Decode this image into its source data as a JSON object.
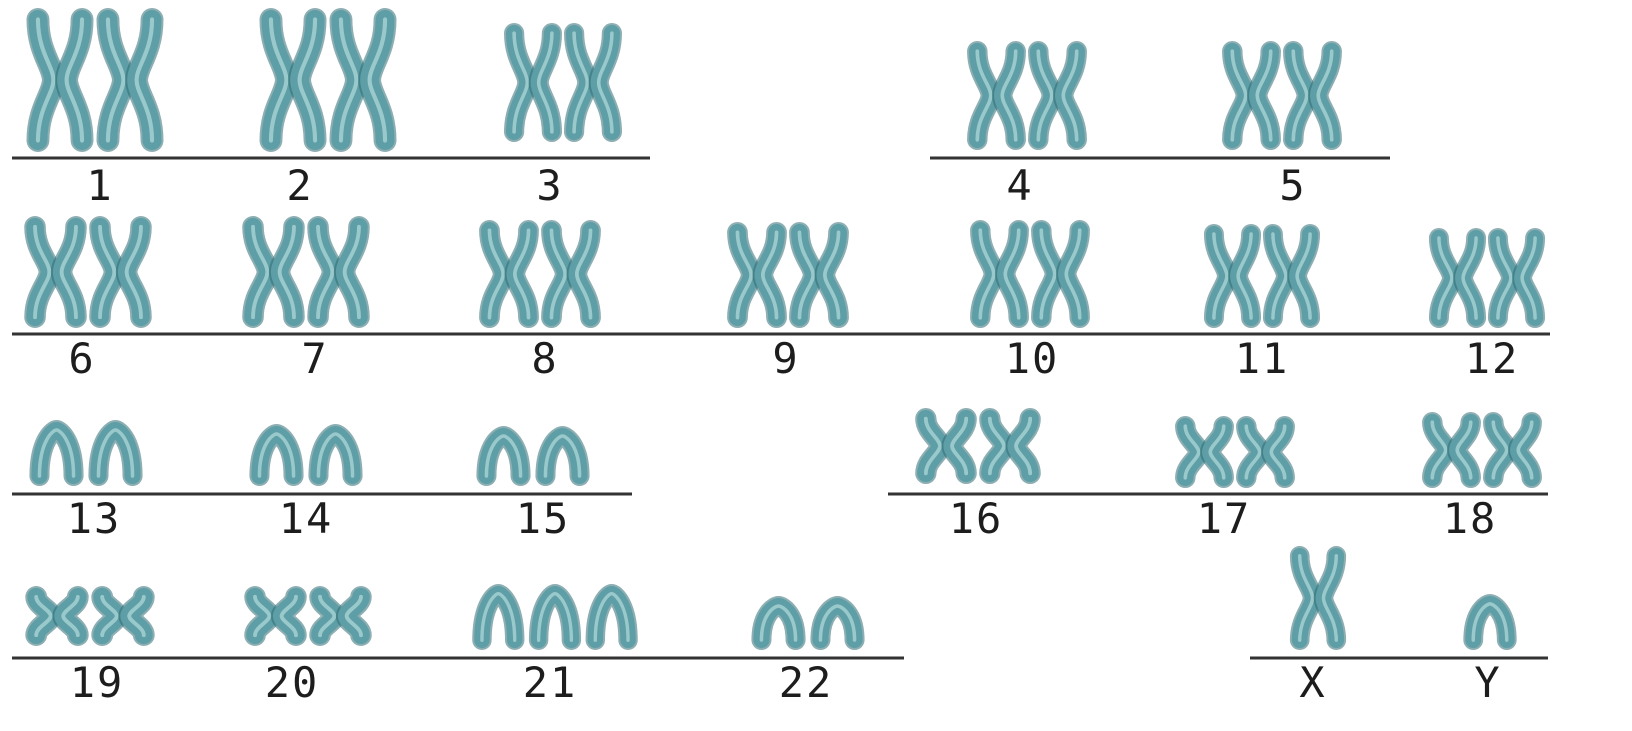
{
  "groups": [
    {
      "id": "g1",
      "chromosomes": [
        {
          "label": "1",
          "type": "meta",
          "count": 2
        },
        {
          "label": "2",
          "type": "meta",
          "count": 2
        },
        {
          "label": "3",
          "type": "meta",
          "count": 2
        }
      ]
    },
    {
      "id": "g2",
      "chromosomes": [
        {
          "label": "4",
          "type": "meta",
          "count": 2
        },
        {
          "label": "5",
          "type": "meta",
          "count": 2
        }
      ]
    },
    {
      "id": "g3",
      "chromosomes": [
        {
          "label": "6",
          "type": "meta",
          "count": 2
        },
        {
          "label": "7",
          "type": "meta",
          "count": 2
        },
        {
          "label": "8",
          "type": "meta",
          "count": 2
        },
        {
          "label": "9",
          "type": "meta",
          "count": 2
        },
        {
          "label": "10",
          "type": "meta",
          "count": 2
        },
        {
          "label": "11",
          "type": "meta",
          "count": 2
        },
        {
          "label": "12",
          "type": "meta",
          "count": 2
        }
      ]
    },
    {
      "id": "g4",
      "chromosomes": [
        {
          "label": "13",
          "type": "acro",
          "count": 2
        },
        {
          "label": "14",
          "type": "acro",
          "count": 2
        },
        {
          "label": "15",
          "type": "acro",
          "count": 2
        }
      ]
    },
    {
      "id": "g5",
      "chromosomes": [
        {
          "label": "16",
          "type": "meta",
          "count": 2
        },
        {
          "label": "17",
          "type": "meta",
          "count": 2
        },
        {
          "label": "18",
          "type": "meta",
          "count": 2
        }
      ]
    },
    {
      "id": "g6",
      "chromosomes": [
        {
          "label": "19",
          "type": "meta",
          "count": 2
        },
        {
          "label": "20",
          "type": "meta",
          "count": 2
        },
        {
          "label": "21",
          "type": "acro",
          "count": 3
        },
        {
          "label": "22",
          "type": "acro",
          "count": 2
        }
      ]
    },
    {
      "id": "g7",
      "chromosomes": [
        {
          "label": "X",
          "type": "meta",
          "count": 1
        },
        {
          "label": "Y",
          "type": "acro",
          "count": 1
        }
      ]
    }
  ],
  "colors": {
    "chromosome": "#5e9ea6",
    "chromosome_dark": "#2f6b72",
    "chromosome_light": "#a9d3d6",
    "line": "#333333",
    "label": "#1d1d1d"
  }
}
